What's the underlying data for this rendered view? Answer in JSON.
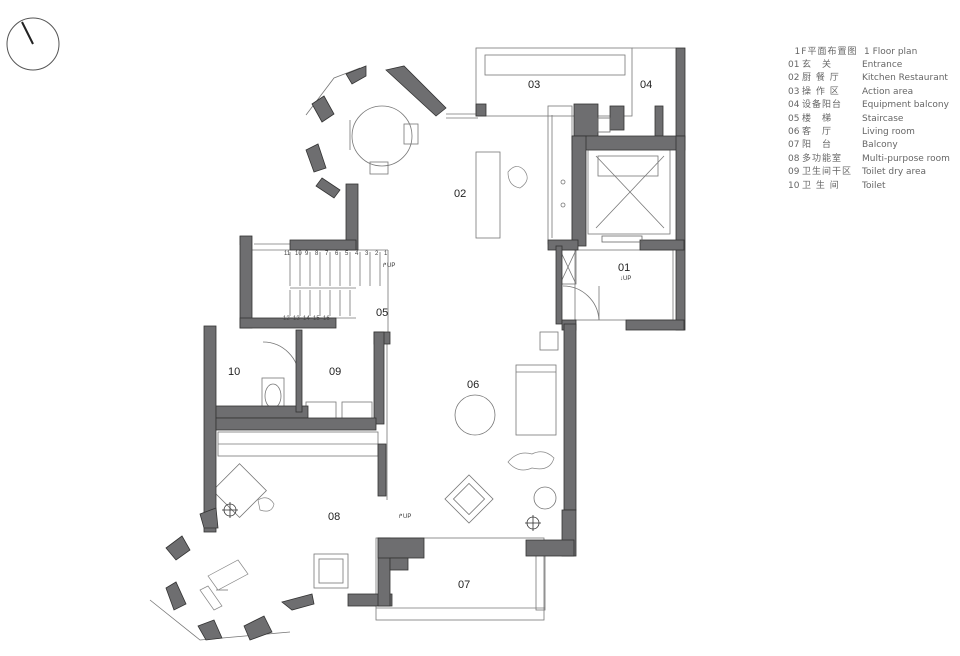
{
  "legend": {
    "title_zh": "1F平面布置图",
    "title_en": "1 Floor plan",
    "items": [
      {
        "num": "01",
        "zh": "玄　关",
        "en": "Entrance"
      },
      {
        "num": "02",
        "zh": "厨 餐 厅",
        "en": "Kitchen Restaurant"
      },
      {
        "num": "03",
        "zh": "操 作 区",
        "en": "Action area"
      },
      {
        "num": "04",
        "zh": "设备阳台",
        "en": "Equipment balcony"
      },
      {
        "num": "05",
        "zh": "楼　梯",
        "en": "Staircase"
      },
      {
        "num": "06",
        "zh": "客　厅",
        "en": "Living room"
      },
      {
        "num": "07",
        "zh": "阳　台",
        "en": "Balcony"
      },
      {
        "num": "08",
        "zh": "多功能室",
        "en": "Multi-purpose room"
      },
      {
        "num": "09",
        "zh": "卫生间干区",
        "en": "Toilet dry area"
      },
      {
        "num": "10",
        "zh": "卫 生 间",
        "en": "Toilet"
      }
    ]
  },
  "rooms": {
    "r01": "01",
    "r02": "02",
    "r03": "03",
    "r04": "04",
    "r05": "05",
    "r06": "06",
    "r07": "07",
    "r08": "08",
    "r09": "09",
    "r10": "10"
  },
  "stairs": {
    "upper_steps": [
      "11",
      "10",
      "9",
      "8",
      "7",
      "6",
      "5",
      "4",
      "3",
      "2",
      "1"
    ],
    "lower_steps": [
      "12",
      "13",
      "14",
      "15",
      "16"
    ]
  },
  "up_label": "UP",
  "colors": {
    "wall": "#6e6e70",
    "line": "#555555",
    "text": "#666666"
  }
}
